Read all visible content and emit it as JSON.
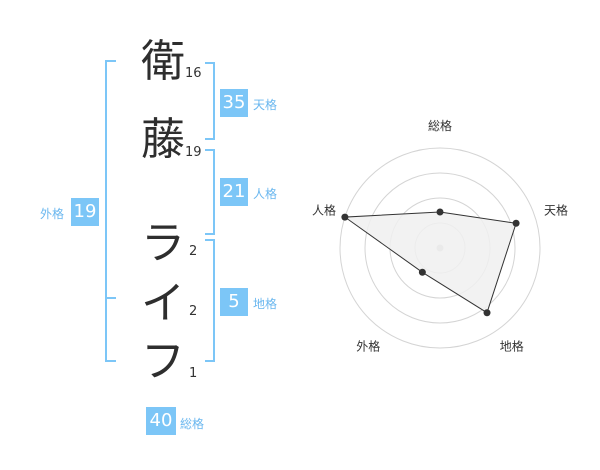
{
  "name": {
    "chars": [
      {
        "char": "衛",
        "strokes": "16"
      },
      {
        "char": "藤",
        "strokes": "19"
      },
      {
        "char": "ラ",
        "strokes": "2"
      },
      {
        "char": "イ",
        "strokes": "2"
      },
      {
        "char": "フ",
        "strokes": "1"
      }
    ]
  },
  "kakusu": {
    "tenkaku": {
      "value": "35",
      "label": "天格"
    },
    "jinkaku": {
      "value": "21",
      "label": "人格"
    },
    "chikaku": {
      "value": "5",
      "label": "地格"
    },
    "gaikaku": {
      "value": "19",
      "label": "外格"
    },
    "soukaku": {
      "value": "40",
      "label": "総格"
    }
  },
  "chart_data": {
    "type": "radar",
    "axes": [
      "総格",
      "天格",
      "地格",
      "外格",
      "人格"
    ],
    "values": [
      0.36,
      0.8,
      0.8,
      0.3,
      1.0
    ],
    "rmax": 1.0,
    "rings": 4,
    "colors": {
      "fill": "#f0f0f0",
      "stroke": "#333333",
      "ring": "#d4d4d4",
      "point": "#333333",
      "center": "#c8c8c8"
    }
  },
  "colors": {
    "accent": "#7cc6f7",
    "accent_text": "#6ab7ef"
  }
}
